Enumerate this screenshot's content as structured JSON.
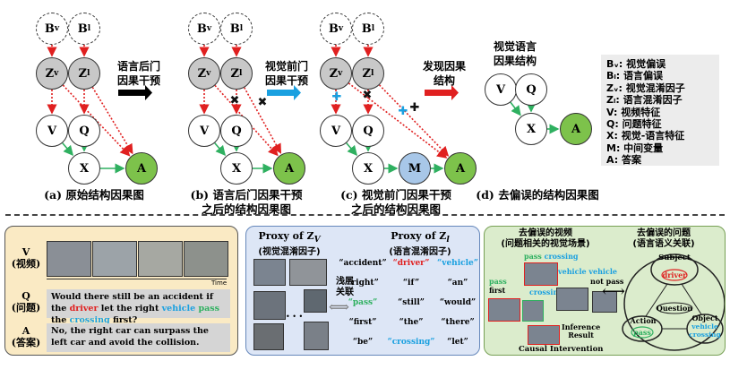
{
  "nodes": {
    "bv": "B",
    "bv_sub": "v",
    "bl": "B",
    "bl_sub": "l",
    "zv": "Z",
    "zv_sub": "v",
    "zl": "Z",
    "zl_sub": "l",
    "v": "V",
    "q": "Q",
    "x": "X",
    "a": "A",
    "m": "M"
  },
  "arrow_labels": {
    "a1": [
      "语言后门",
      "因果干预"
    ],
    "a2": [
      "视觉前门",
      "因果干预"
    ],
    "a3": [
      "发现因果",
      "结构"
    ]
  },
  "graph_d_title": [
    "视觉语言",
    "因果结构"
  ],
  "captions": {
    "a": [
      "(a) 原始结构因果图"
    ],
    "b": [
      "(b) 语言后门因果干预",
      "之后的结构因果图"
    ],
    "c": [
      "(c) 视觉前门因果干预",
      "之后的结构因果图"
    ],
    "d": [
      "(d) 去偏误的结构因果图"
    ]
  },
  "legend": [
    "Bᵥ: 视觉偏误",
    "Bₗ: 语言偏误",
    "Zᵥ: 视觉混淆因子",
    "Zₗ: 语言混淆因子",
    "V: 视频特征",
    "Q: 问题特征",
    "X: 视觉-语言特征",
    "M: 中间变量",
    "A: 答案"
  ],
  "panel1": {
    "v_label": [
      "V",
      "(视频)"
    ],
    "q_label": [
      "Q",
      "(问题)"
    ],
    "a_label": [
      "A",
      "(答案)"
    ],
    "time_label": "Time",
    "question_parts": [
      "Would there still be an accident if the ",
      "driver",
      " let the right ",
      "vehicle",
      " ",
      "pass",
      " the ",
      "crossing",
      " first?"
    ],
    "answer": "No, the right car can surpass the left car and avoid the collision."
  },
  "panel2": {
    "zv_title": "Proxy of Z",
    "zv_sub": "V",
    "zv_cn": "(视觉混淆因子)",
    "zl_title": "Proxy of Z",
    "zl_sub": "l",
    "zl_cn": "(语言混淆因子)",
    "link_label": [
      "浅层",
      "关联"
    ],
    "ellipsis": "• • •",
    "words": [
      [
        "“accident”",
        "“driver”",
        "“vehicle”"
      ],
      [
        "“right”",
        "“if”",
        "“an”"
      ],
      [
        "“pass”",
        "“still”",
        "“would”"
      ],
      [
        "“first”",
        "“the”",
        "“there”"
      ],
      [
        "“be”",
        "“crossing”",
        "“let”"
      ]
    ]
  },
  "panel3": {
    "video_title": [
      "去偏误的视频",
      "(问题相关的视觉场景)"
    ],
    "question_title": [
      "去偏误的问题",
      "(语言语义关联)"
    ],
    "pass_crossing": [
      "pass",
      "crossing"
    ],
    "vehicle_vehicle": "vehicle vehicle",
    "pass": "pass",
    "not_pass": "not pass",
    "first": "first",
    "crossing": "crossing",
    "inference": [
      "Inference",
      "Result"
    ],
    "causal": "Causal Intervention",
    "subject": "Subject",
    "driver": "driver",
    "question": "Question",
    "action": "Action",
    "action_word": "pass",
    "object": "Object",
    "object_words": [
      "vehicle",
      "crossing"
    ]
  },
  "colors": {
    "confounder_node": "#c8c8c8",
    "answer_node": "#7dc24b",
    "mediator_node": "#a8c7e8",
    "causal_edge": "#2fb060",
    "confound_edge": "#e02020",
    "front_door_arrow": "#1aa0e0",
    "back_door_arrow": "#000000",
    "discover_arrow": "#e02020"
  }
}
